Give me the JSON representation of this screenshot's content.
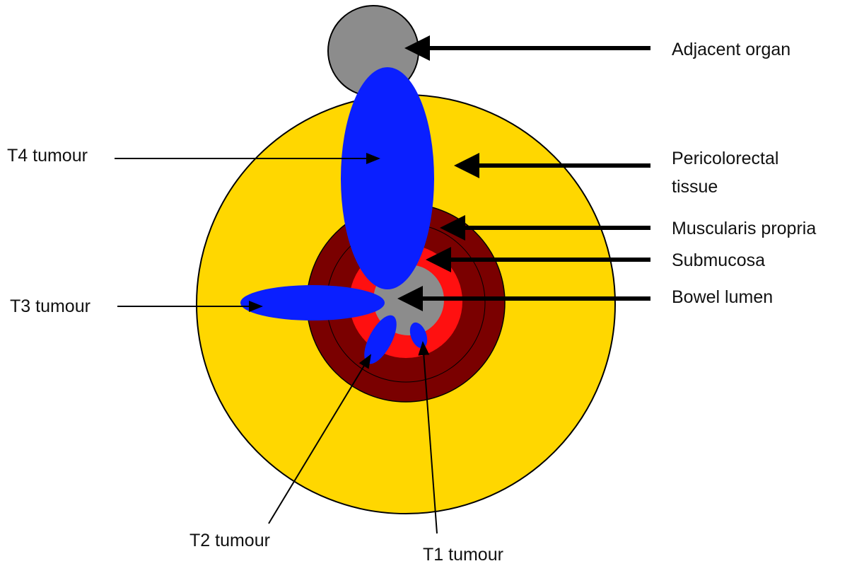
{
  "colors": {
    "adjacent_organ": "#8c8c8c",
    "pericolorectal_tissue": "#ffd700",
    "muscularis_propria": "#7a0000",
    "submucosa": "#ff1010",
    "bowel_lumen": "#8c8c8c",
    "tumour": "#0a1fff",
    "outline": "#000000"
  },
  "labels": {
    "adjacent_organ": "Adjacent organ",
    "pericolorectal_line1": "Pericolorectal",
    "pericolorectal_line2": "tissue",
    "muscularis_propria": "Muscularis propria",
    "submucosa": "Submucosa",
    "bowel_lumen": "Bowel lumen",
    "t4": "T4 tumour",
    "t3": "T3 tumour",
    "t2": "T2 tumour",
    "t1": "T1 tumour"
  }
}
